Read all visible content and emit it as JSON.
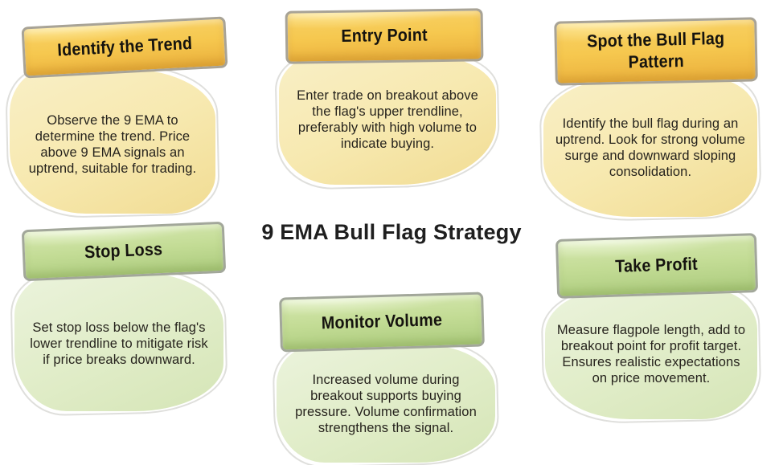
{
  "title": "9 EMA Bull Flag Strategy",
  "cards": [
    {
      "id": "identify-the-trend",
      "theme": "yellow",
      "heading": "Identify the Trend",
      "body": "Observe the 9 EMA to determine the trend. Price above 9 EMA signals an uptrend, suitable for trading."
    },
    {
      "id": "entry-point",
      "theme": "yellow",
      "heading": "Entry Point",
      "body": "Enter trade on breakout above the flag's upper trendline, preferably with high volume to indicate buying."
    },
    {
      "id": "spot-the-bull-flag-pattern",
      "theme": "yellow",
      "heading": "Spot the Bull Flag Pattern",
      "body": "Identify the bull flag during an uptrend. Look for strong volume surge and downward sloping consolidation."
    },
    {
      "id": "stop-loss",
      "theme": "green",
      "heading": "Stop Loss",
      "body": "Set stop loss below the flag's lower trendline to mitigate risk if price breaks downward."
    },
    {
      "id": "monitor-volume",
      "theme": "green",
      "heading": "Monitor Volume",
      "body": "Increased volume during breakout supports buying pressure. Volume confirmation strengthens the signal."
    },
    {
      "id": "take-profit",
      "theme": "green",
      "heading": "Take Profit",
      "body": "Measure flagpole length, add to breakout point for profit target. Ensures realistic expectations on price movement."
    }
  ],
  "colors": {
    "yellow_banner": "#f6c84f",
    "yellow_banner_dark": "#eaaf3c",
    "yellow_body": "#f7e9b0",
    "green_banner": "#c3dc95",
    "green_banner_dark": "#accb7e",
    "green_body": "#e1edc9",
    "banner_border": "#a8a396",
    "text": "#26231d",
    "title_text": "#1f1f1f",
    "background": "#ffffff"
  }
}
